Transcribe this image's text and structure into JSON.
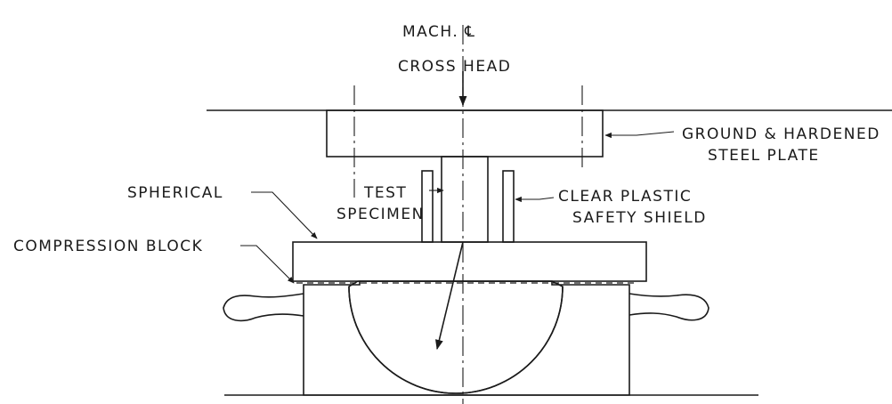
{
  "labels": {
    "machine_centerline": "MACH. ℄",
    "cross_head": "CROSS HEAD",
    "plate_line1": "GROUND & HARDENED",
    "plate_line2": "STEEL PLATE",
    "spherical": "SPHERICAL",
    "test_line1": "TEST",
    "test_line2": "SPECIMEN",
    "shield_line1": "CLEAR PLASTIC",
    "shield_line2": "SAFETY SHIELD",
    "compression_block": "COMPRESSION BLOCK"
  },
  "colors": {
    "ink": "#1a1a1a",
    "paper": "#ffffff"
  }
}
